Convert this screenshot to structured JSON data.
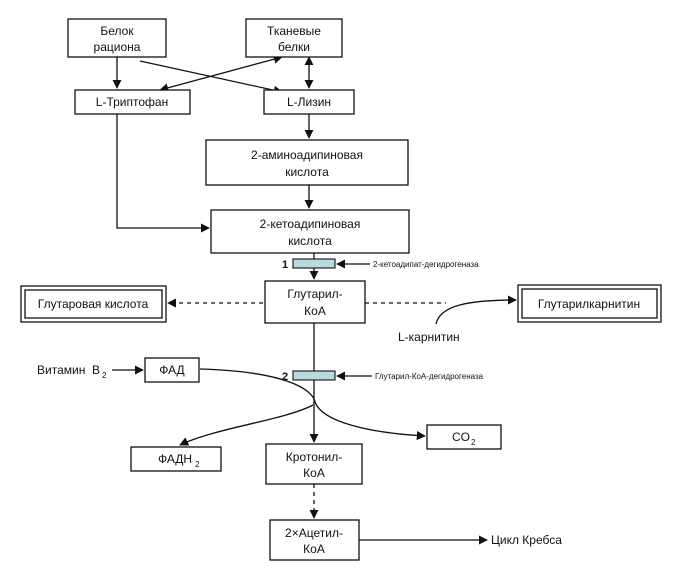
{
  "diagram": {
    "nodes": {
      "belok_ratsiona": [
        "Белок",
        "рациона"
      ],
      "tkanevye_belki": [
        "Тканевые",
        "белки"
      ],
      "l_triptofan": "L-Триптофан",
      "l_lizin": "L-Лизин",
      "aminoadipic": [
        "2-аминоадипиновая",
        "кислота"
      ],
      "ketoadipic": [
        "2-кетоадипиновая",
        "кислота"
      ],
      "glutaryl_coa": [
        "Глутарил-",
        "КоА"
      ],
      "glutaric_acid": "Глутаровая кислота",
      "glutarylcarnitine": "Глутарилкарнитин",
      "l_carnitine": "L-карнитин",
      "vitamin_b2": "Витамин  B",
      "vitamin_b2_sub": "2",
      "fad": "ФАД",
      "fadh2": "ФАДН",
      "fadh2_sub": "2",
      "co2": "CO",
      "co2_sub": "2",
      "crotonyl_coa": [
        "Кротонил-",
        "КоА"
      ],
      "acetyl_coa": [
        "2×Ацетил-",
        "КоА"
      ],
      "krebs": "Цикл Кребса"
    },
    "enzymes": {
      "e1_num": "1",
      "e1_name": "2-кетоадипат-дегидрогеназа",
      "e2_num": "2",
      "e2_name": "Глутарил-КоА-дегидрогеназа"
    }
  }
}
